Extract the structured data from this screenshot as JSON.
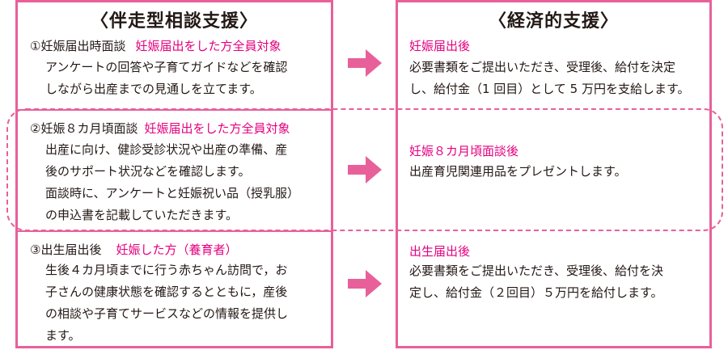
{
  "left_title": "〈伴走型相談支援〉",
  "right_title": "〈経済的支援〉",
  "rows": [
    {
      "step": "①妊娠届出時面談",
      "target": "妊娠届出をした方全員対象",
      "body": [
        "アンケートの回答や子育てガイドなどを確認",
        "しながら出産までの見通しを立てます。"
      ],
      "support_heading": "妊娠届出後",
      "support_body": [
        "必要書類をご提出いただき、受理後、給付を決定",
        "し、給付金（1 回目）として 5 万円を支給します。"
      ]
    },
    {
      "step": "②妊娠８カ月頃面談",
      "target": "妊娠届出をした方全員対象",
      "body": [
        "出産に向け、健診受診状況や出産の準備、産",
        "後のサポート状況などを確認します。",
        "面談時に、アンケートと妊娠祝い品（授乳服）",
        "の申込書を記載していただきます。"
      ],
      "support_heading": "妊娠８カ月頃面談後",
      "support_body": [
        "出産育児関連用品をプレゼントします。"
      ]
    },
    {
      "step": "③出生届出後",
      "target": "妊娠した方（養育者）",
      "body": [
        "生後４カ月頃までに行う赤ちゃん訪問で，お",
        "子さんの健康状態を確認するとともに，産後",
        "の相談や子育てサービスなどの情報を提供し",
        "ます。"
      ],
      "support_heading": "出生届出後",
      "support_body": [
        "必要書類をご提出いただき、受理後、給付を決",
        "定し、給付金（２回目）５万円を給付します。"
      ]
    }
  ],
  "colors": {
    "accent": "#e8609a",
    "pink_text": "#e4007f",
    "text": "#231815"
  },
  "icons": [
    "right-arrow-icon",
    "right-arrow-icon",
    "right-arrow-icon"
  ]
}
